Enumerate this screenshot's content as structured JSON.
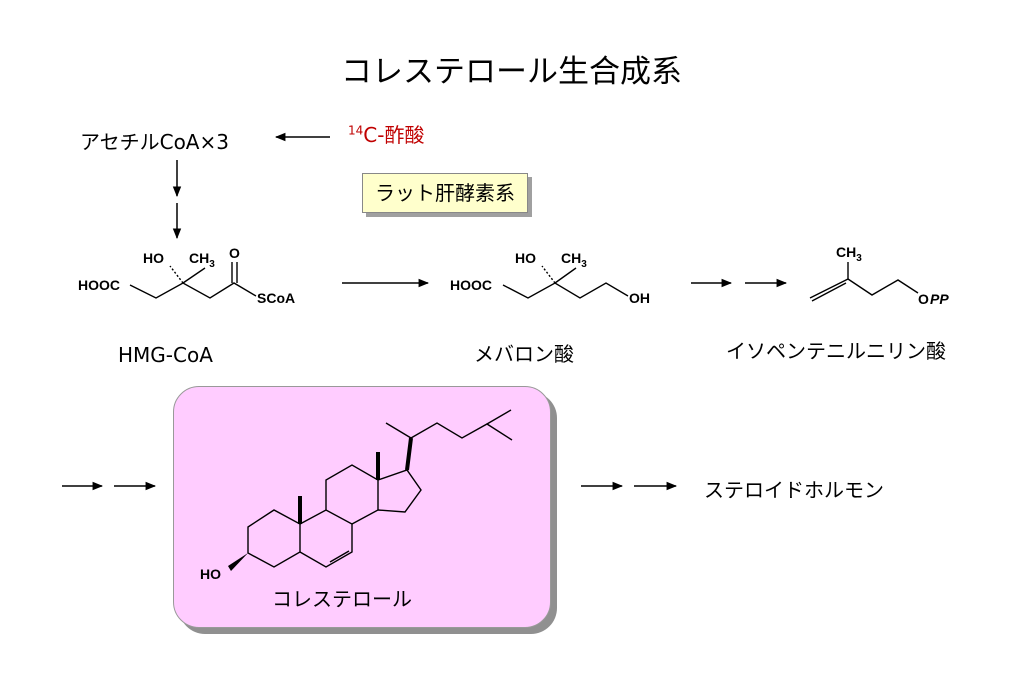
{
  "title": "コレステロール生合成系",
  "acetyl_coa": "アセチルCoA×3",
  "acetate": {
    "sup": "14",
    "text": "C-酢酸"
  },
  "enzyme_box": "ラット肝酵素系",
  "hmg_coa": {
    "name": "HMG-CoA",
    "atoms": {
      "ho": "HO",
      "ch3": "CH",
      "ch3_sub": "3",
      "o": "O",
      "hooc": "HOOC",
      "scoa": "SCoA"
    }
  },
  "mevalonate": {
    "name": "メバロン酸",
    "atoms": {
      "ho": "HO",
      "ch3": "CH",
      "ch3_sub": "3",
      "hooc": "HOOC",
      "oh": "OH"
    }
  },
  "ipp": {
    "name": "イソペンテニルニリン酸",
    "atoms": {
      "ch3": "CH",
      "ch3_sub": "3",
      "o": "O",
      "pp": "PP"
    }
  },
  "cholesterol": {
    "name": "コレステロール",
    "atoms": {
      "ho": "HO"
    }
  },
  "steroid_hormones": "ステロイドホルモン",
  "colors": {
    "acetate": "#c00000",
    "enzyme_bg": "#ffffcc",
    "cholesterol_bg": "#ffccff"
  }
}
